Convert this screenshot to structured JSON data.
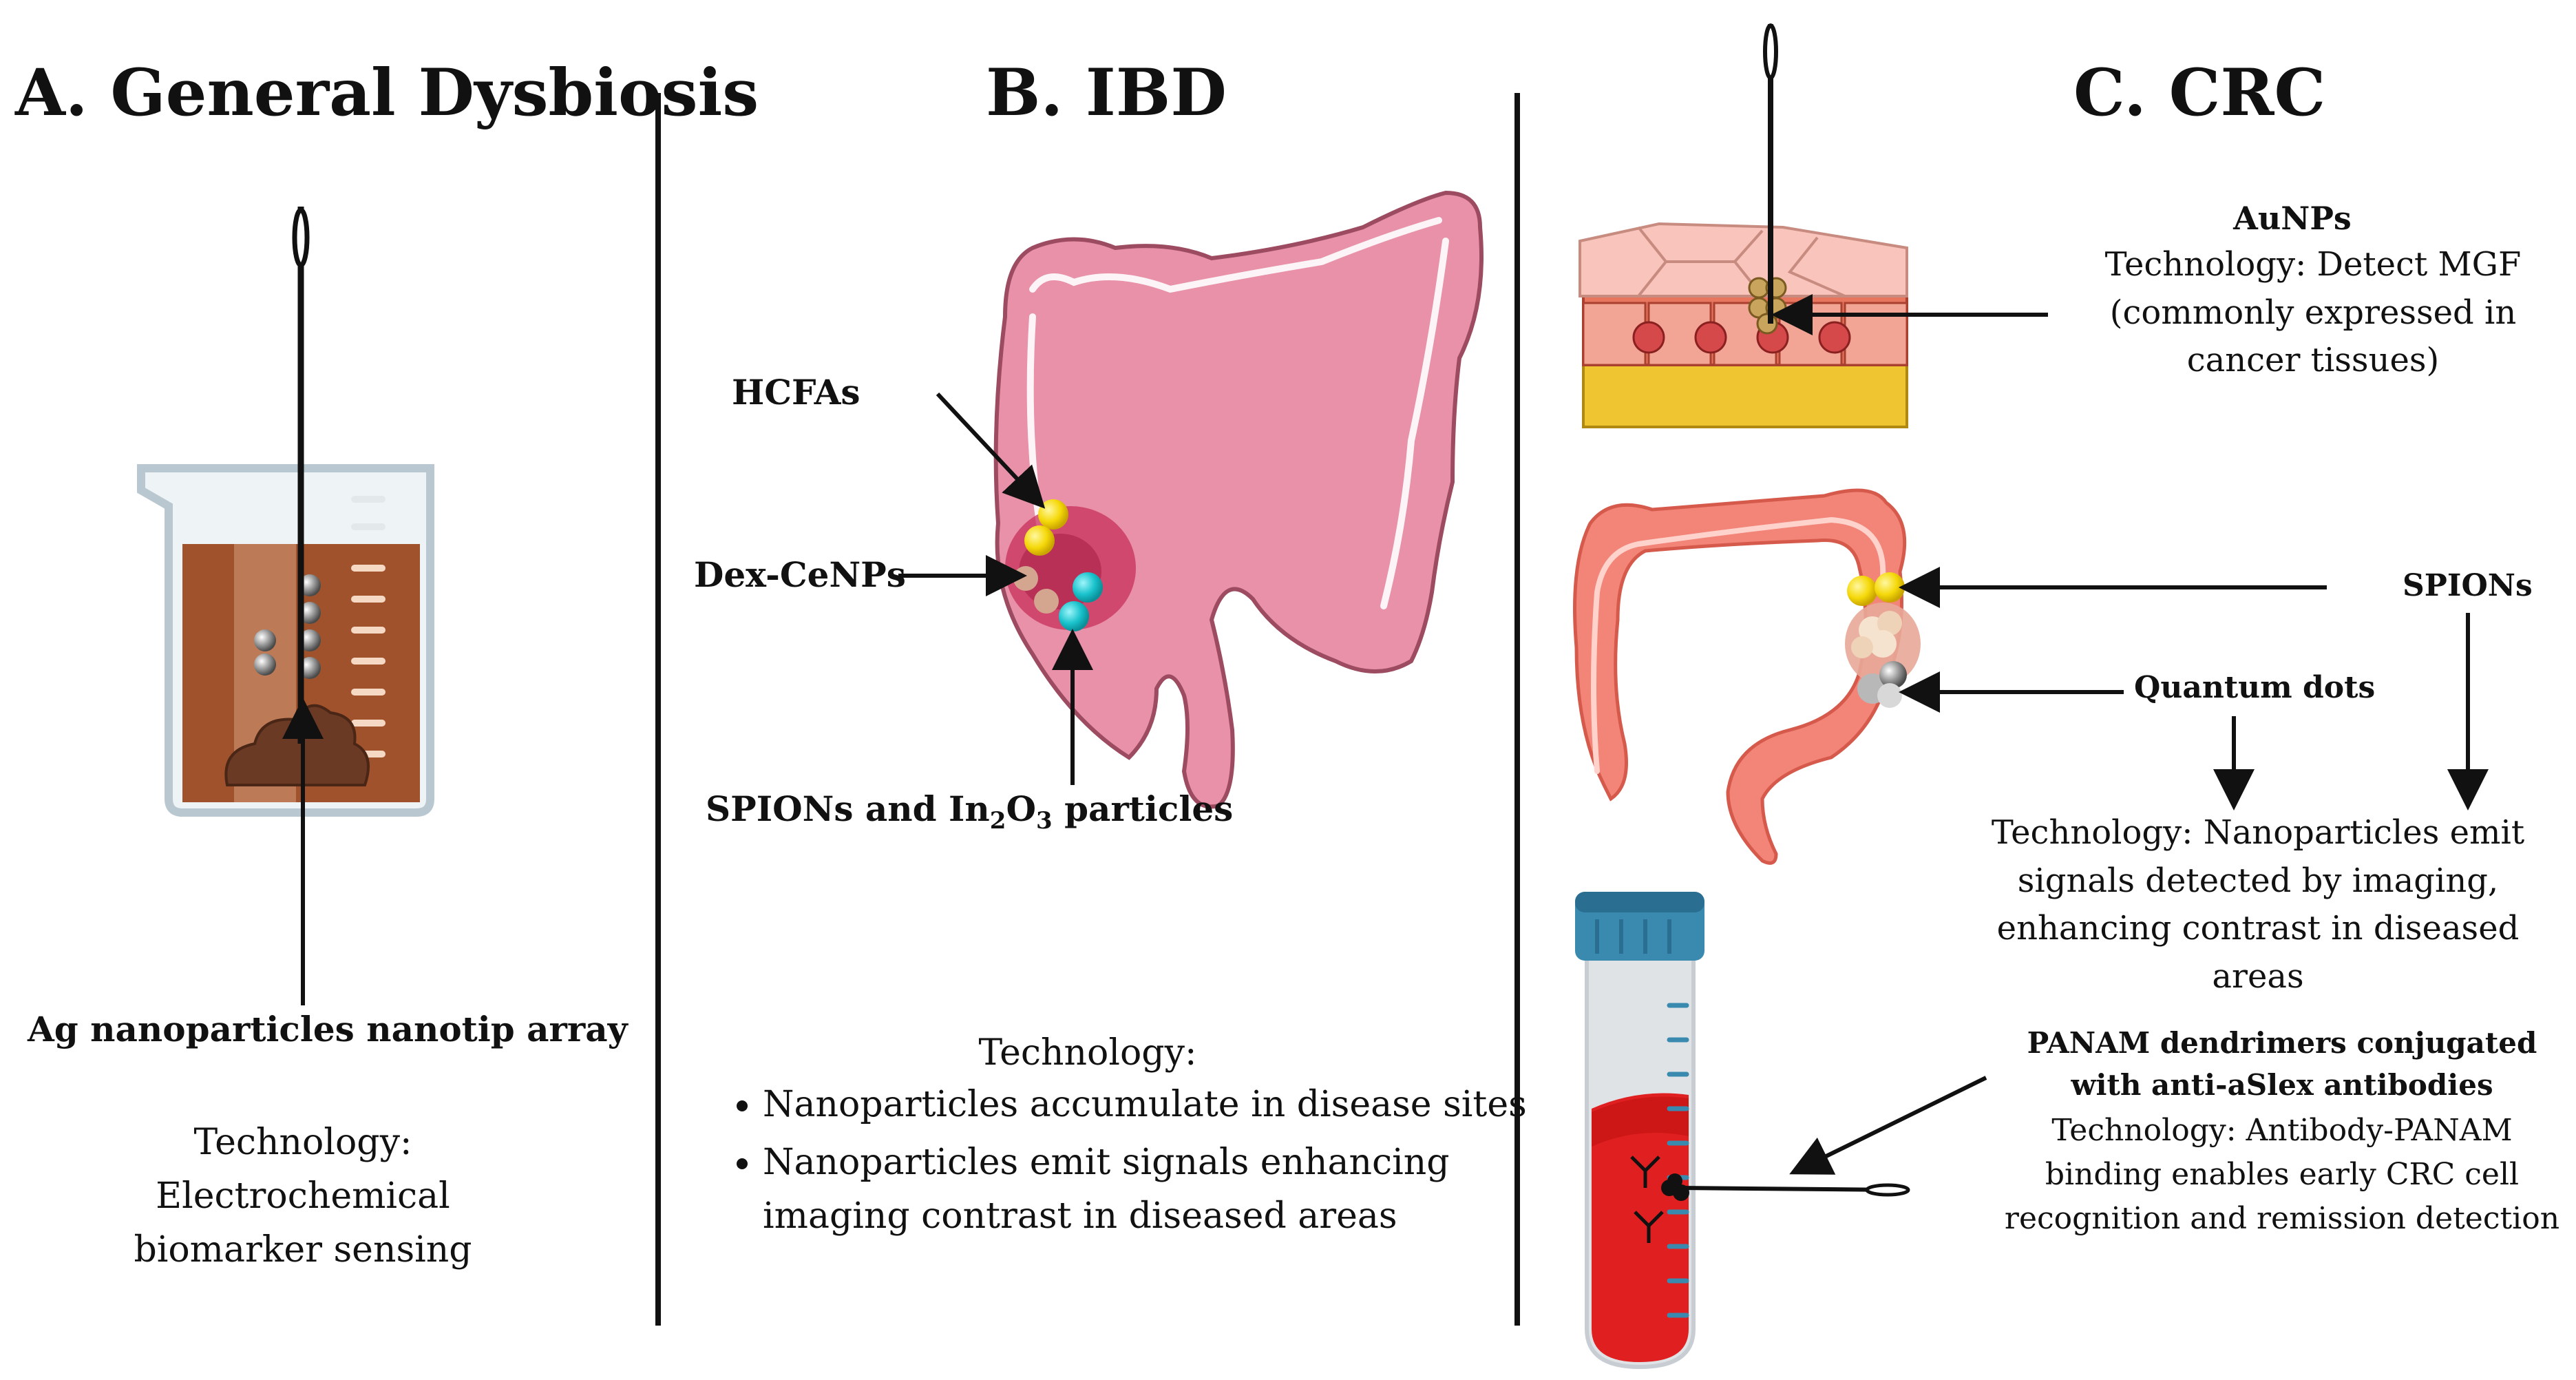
{
  "panels": {
    "a": {
      "title": "A. General Dysbiosis",
      "label": "Ag nanoparticles nanotip array",
      "technology": "Technology: Electrochemical biomarker sensing"
    },
    "b": {
      "title": "B. IBD",
      "labels": {
        "hcfas": "HCFAs",
        "dex": "Dex-CeNPs",
        "spions_pre": "SPIONs and In",
        "spions_sub1": "2",
        "spions_mid": "O",
        "spions_sub2": "3",
        "spions_post": " particles"
      },
      "technology_heading": "Technology:",
      "bullets": [
        "Nanoparticles accumulate in disease sites",
        "Nanoparticles emit signals enhancing imaging contrast in diseased areas"
      ]
    },
    "c": {
      "title": "C. CRC",
      "aunps": {
        "name": "AuNPs",
        "technology": "Technology: Detect MGF (commonly expressed in cancer tissues)"
      },
      "spions": "SPIONs",
      "quantum_dots": "Quantum dots",
      "imaging_technology": "Technology: Nanoparticles emit signals detected by imaging, enhancing contrast in diseased areas",
      "panam": {
        "name": "PANAM dendrimers conjugated with anti-aSlex antibodies",
        "technology": "Technology: Antibody-PANAM binding enables early CRC cell recognition and remission detection"
      }
    }
  },
  "colors": {
    "colon_pink": "#e891a8",
    "colon_outline": "#9c4b60",
    "colon_coral": "#f28478",
    "gold": "#f5d90a",
    "cyan": "#19c2cc",
    "tan": "#d4a58f",
    "beaker_liquid": "#a0522d",
    "blood": "#e02020",
    "tube_cap": "#3a8ab0"
  }
}
